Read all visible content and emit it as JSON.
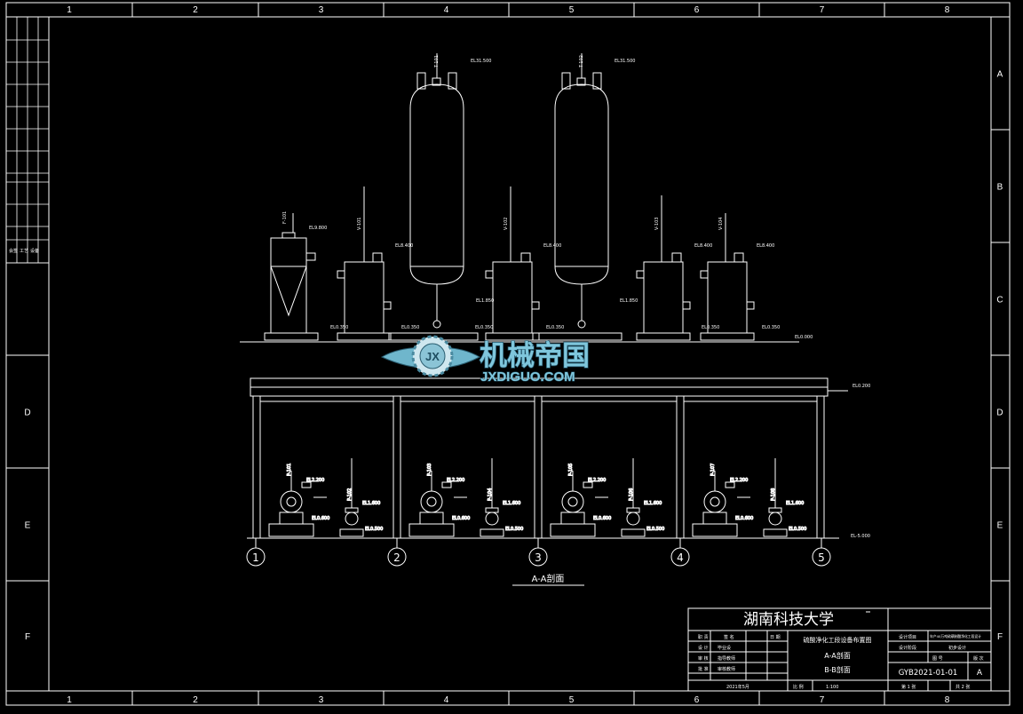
{
  "frame": {
    "column_labels": [
      "1",
      "2",
      "3",
      "4",
      "5",
      "6",
      "7",
      "8"
    ],
    "row_labels": [
      "A",
      "B",
      "C",
      "D",
      "E",
      "F"
    ]
  },
  "elevations": {
    "tower_left_top": "EL31.500",
    "tower_right_top": "EL31.500",
    "filter_top": "EL9.800",
    "vessel_1_top": "EL8.400",
    "vessel_2_top": "EL8.400",
    "vessel_3_top": "EL8.400",
    "vessel_4_top": "EL8.400",
    "tower_left_bottom": "EL1.850",
    "tower_right_bottom": "EL1.850",
    "base_1": "EL0.350",
    "base_2": "EL0.350",
    "base_3": "EL0.350",
    "base_4": "EL0.350",
    "base_5": "EL0.350",
    "base_6": "EL0.350",
    "base_right": "EL0.000",
    "platform": "EL0.200",
    "ground": "EL-5.000"
  },
  "tags": {
    "tower_left": "T-101",
    "tower_right": "T-102",
    "filter": "F-101",
    "vessel_1": "V-101",
    "vessel_2": "V-102",
    "vessel_3": "V-103",
    "vessel_4": "V-104"
  },
  "pumps": {
    "bays": [
      {
        "tag_main": "P-101",
        "tag_small": "P-102",
        "el_main": "EL2.200",
        "el_small": "EL1.600",
        "el_base": "EL0.600",
        "el_low": "EL0.500"
      },
      {
        "tag_main": "P-103",
        "tag_small": "P-104",
        "el_main": "EL2.200",
        "el_small": "EL1.600",
        "el_base": "EL0.600",
        "el_low": "EL0.500"
      },
      {
        "tag_main": "P-105",
        "tag_small": "P-106",
        "el_main": "EL2.200",
        "el_small": "EL1.600",
        "el_base": "EL0.600",
        "el_low": "EL0.500"
      },
      {
        "tag_main": "P-107",
        "tag_small": "P-108",
        "el_main": "EL2.200",
        "el_small": "EL1.600",
        "el_base": "EL0.600",
        "el_low": "EL0.500"
      }
    ]
  },
  "axes": {
    "labels": [
      "1",
      "2",
      "3",
      "4",
      "5"
    ]
  },
  "section_title": "A-A剖面",
  "watermark": {
    "name": "机械帝国",
    "url": "JXDIGUO.COM",
    "emblem": "JX"
  },
  "title_block": {
    "university": "湖南科技大学",
    "row_headers": [
      "职 责",
      "签 名",
      "日 期"
    ],
    "roles": [
      "设 计",
      "审 核",
      "批 准"
    ],
    "names": [
      "毕业设",
      "指导教师",
      "审核教师"
    ],
    "drawing_title": "硫酸净化工段设备布置图",
    "section_a": "A-A剖面",
    "section_b": "B-B剖面",
    "project_label": "设计项目",
    "project_value": "年产40万吨硫磺制酸净化工段设计",
    "stage_label": "设计阶段",
    "stage_value": "初步设计",
    "col_figure_no": "图 号",
    "col_version": "版 次",
    "drawing_no": "GYB2021-01-01",
    "version": "A",
    "date": "2021年5月",
    "scale_label": "比 例",
    "scale": "1:100",
    "sheet": "第 1 张",
    "total": "共 2 张"
  },
  "left_strip": {
    "labels": [
      "会签",
      "工艺",
      "设备"
    ]
  }
}
